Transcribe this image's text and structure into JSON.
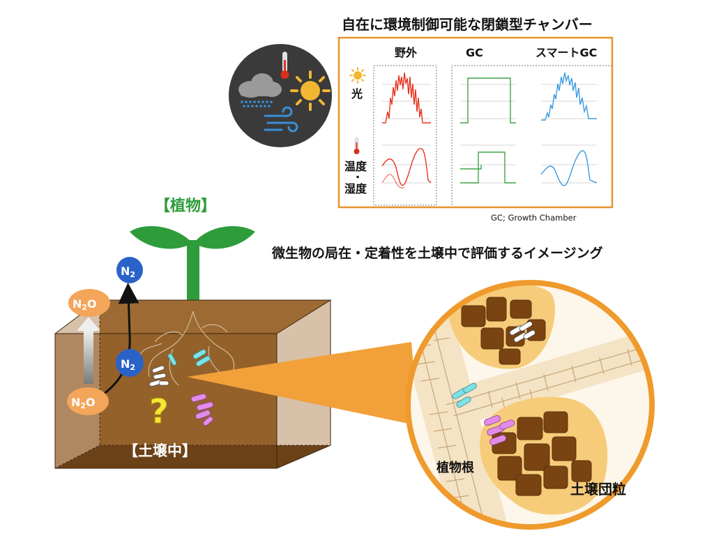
{
  "chamber": {
    "title": "自在に環境制御可能な閉鎖型チャンバー",
    "columns": [
      "野外",
      "GC",
      "スマートGC"
    ],
    "rows": [
      {
        "label": "光",
        "icon": "sun-icon"
      },
      {
        "label_line1": "温度",
        "label_sep": "・",
        "label_line2": "湿度",
        "icon": "thermometer-icon"
      }
    ],
    "footnote": "GC; Growth Chamber",
    "colors": {
      "field": "#e8321e",
      "gc": "#3fa446",
      "smart_gc": "#3a9be0",
      "frame": "#e8912c"
    }
  },
  "weather_icons": [
    "cloud-rain-icon",
    "thermometer-icon",
    "sun-icon",
    "wind-icon"
  ],
  "soil": {
    "plant_label": "【植物】",
    "plant_color": "#2e9c3a",
    "soil_label": "【土壌中】",
    "imaging_title": "微生物の局在・定着性を土壌中で評価するイメージング",
    "unknown_mark": "?",
    "gas": [
      {
        "label_main": "N",
        "label_sub": "2",
        "label_tail": "O",
        "role": "emitted"
      },
      {
        "label_main": "N",
        "label_sub": "2",
        "label_tail": "",
        "role": "released"
      },
      {
        "label_main": "N",
        "label_sub": "2",
        "label_tail": "",
        "role": "soil"
      },
      {
        "label_main": "N",
        "label_sub": "2",
        "label_tail": "O",
        "role": "soil"
      }
    ]
  },
  "zoom": {
    "root_label": "植物根",
    "aggregate_label": "土壌団粒"
  }
}
